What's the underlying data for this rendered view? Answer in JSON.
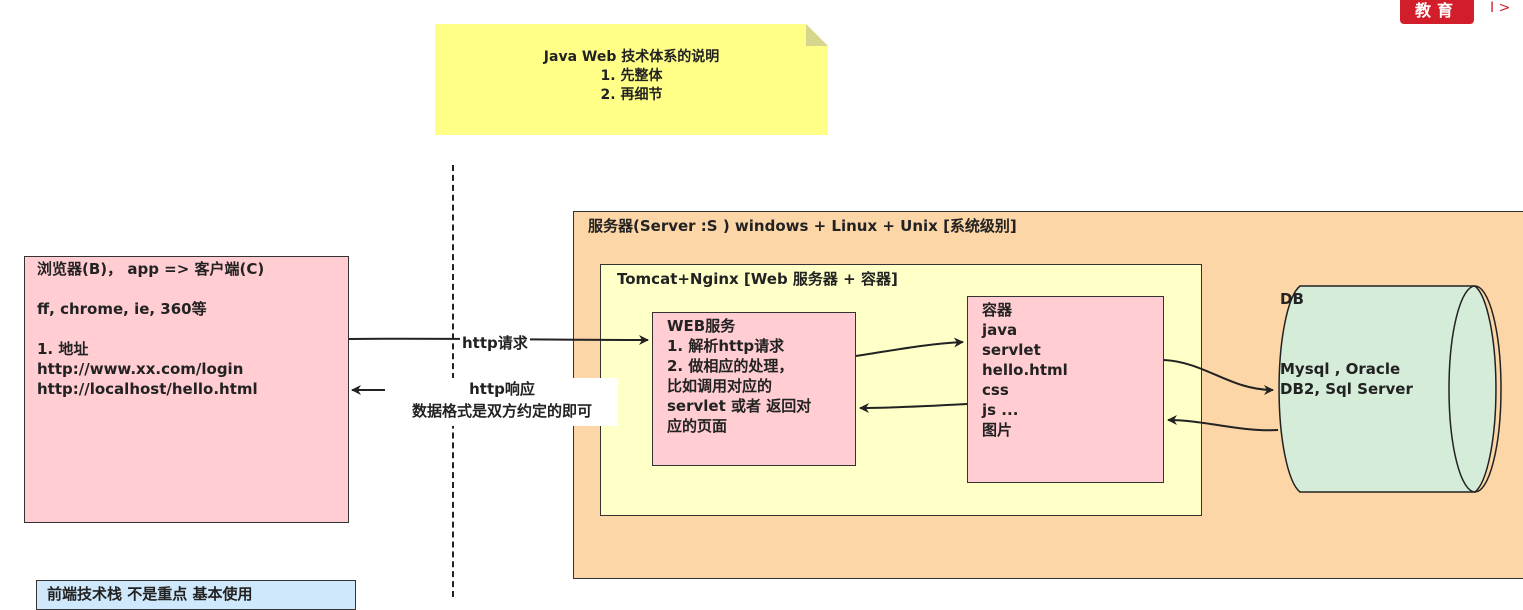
{
  "note": {
    "line1": "Java Web 技术体系的说明",
    "line2": "1. 先整体",
    "line3": "2. 再细节"
  },
  "browser": {
    "title": "浏览器(B)， app => 客户端(C)",
    "clients": "ff, chrome, ie, 360等",
    "address_label": "1. 地址",
    "url1": "http://www.xx.com/login",
    "url2": "http://localhost/hello.html"
  },
  "frontend": {
    "label": "前端技术栈 不是重点 基本使用"
  },
  "server": {
    "title": "服务器(Server :S ) windows + Linux + Unix [系统级别]"
  },
  "tomcat": {
    "title": "Tomcat+Nginx [Web 服务器 + 容器]"
  },
  "web_service": {
    "lines": [
      "WEB服务",
      "1. 解析http请求",
      "2. 做相应的处理，",
      "比如调用对应的",
      "servlet 或者 返回对",
      "应的页面"
    ]
  },
  "container": {
    "lines": [
      "容器",
      "java",
      "servlet",
      "hello.html",
      "css",
      "js ...",
      "图片"
    ]
  },
  "db": {
    "label": "DB",
    "line1": "Mysql , Oracle",
    "line2": "DB2, Sql Server"
  },
  "arrows": {
    "request": "http请求",
    "response_line1": "http响应",
    "response_line2": "数据格式是双方约定的即可"
  },
  "logo": {
    "text": "教育",
    "extra": "Ⅰ >"
  },
  "colors": {
    "note": "#ffff88",
    "browser": "#ffcdd2",
    "server": "#fdd6a8",
    "tomcat": "#ffffc8",
    "db": "#d5ecd9",
    "frontend": "#cfe8fb"
  }
}
